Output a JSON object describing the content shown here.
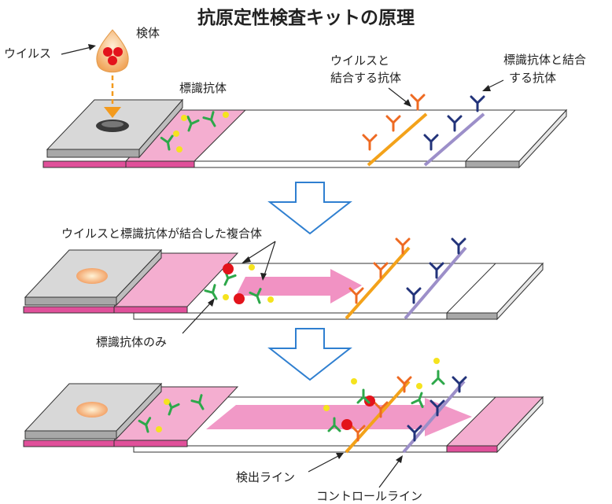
{
  "title": "抗原定性検査キットの原理",
  "labels": {
    "virus": "ウイルス",
    "sample": "検体",
    "labeled_antibody": "標識抗体",
    "virus_binding_line1": "ウイルスと",
    "virus_binding_line2": "結合する抗体",
    "label_binding_line1": "標識抗体と結合",
    "label_binding_line2": "する抗体",
    "complex": "ウイルスと標識抗体が結合した複合体",
    "labeled_only": "標識抗体のみ",
    "detection_line": "検出ライン",
    "control_line": "コントロールライン"
  },
  "colors": {
    "pad_gray": "#c9c9c9",
    "conjugate_pink": "#f4aed0",
    "base_pink": "#e0509a",
    "virus_red": "#e3131b",
    "label_yellow": "#f5e31e",
    "antibody_green": "#2da84a",
    "antibody_orange": "#ee6a22",
    "antibody_navy": "#22337a",
    "detection_line": "#f3a21a",
    "control_line": "#9c8fc9",
    "flow_arrow": "#ee7fb9",
    "down_arrow": "#2f7fd0",
    "dashed_arrow": "#f39a1d"
  }
}
